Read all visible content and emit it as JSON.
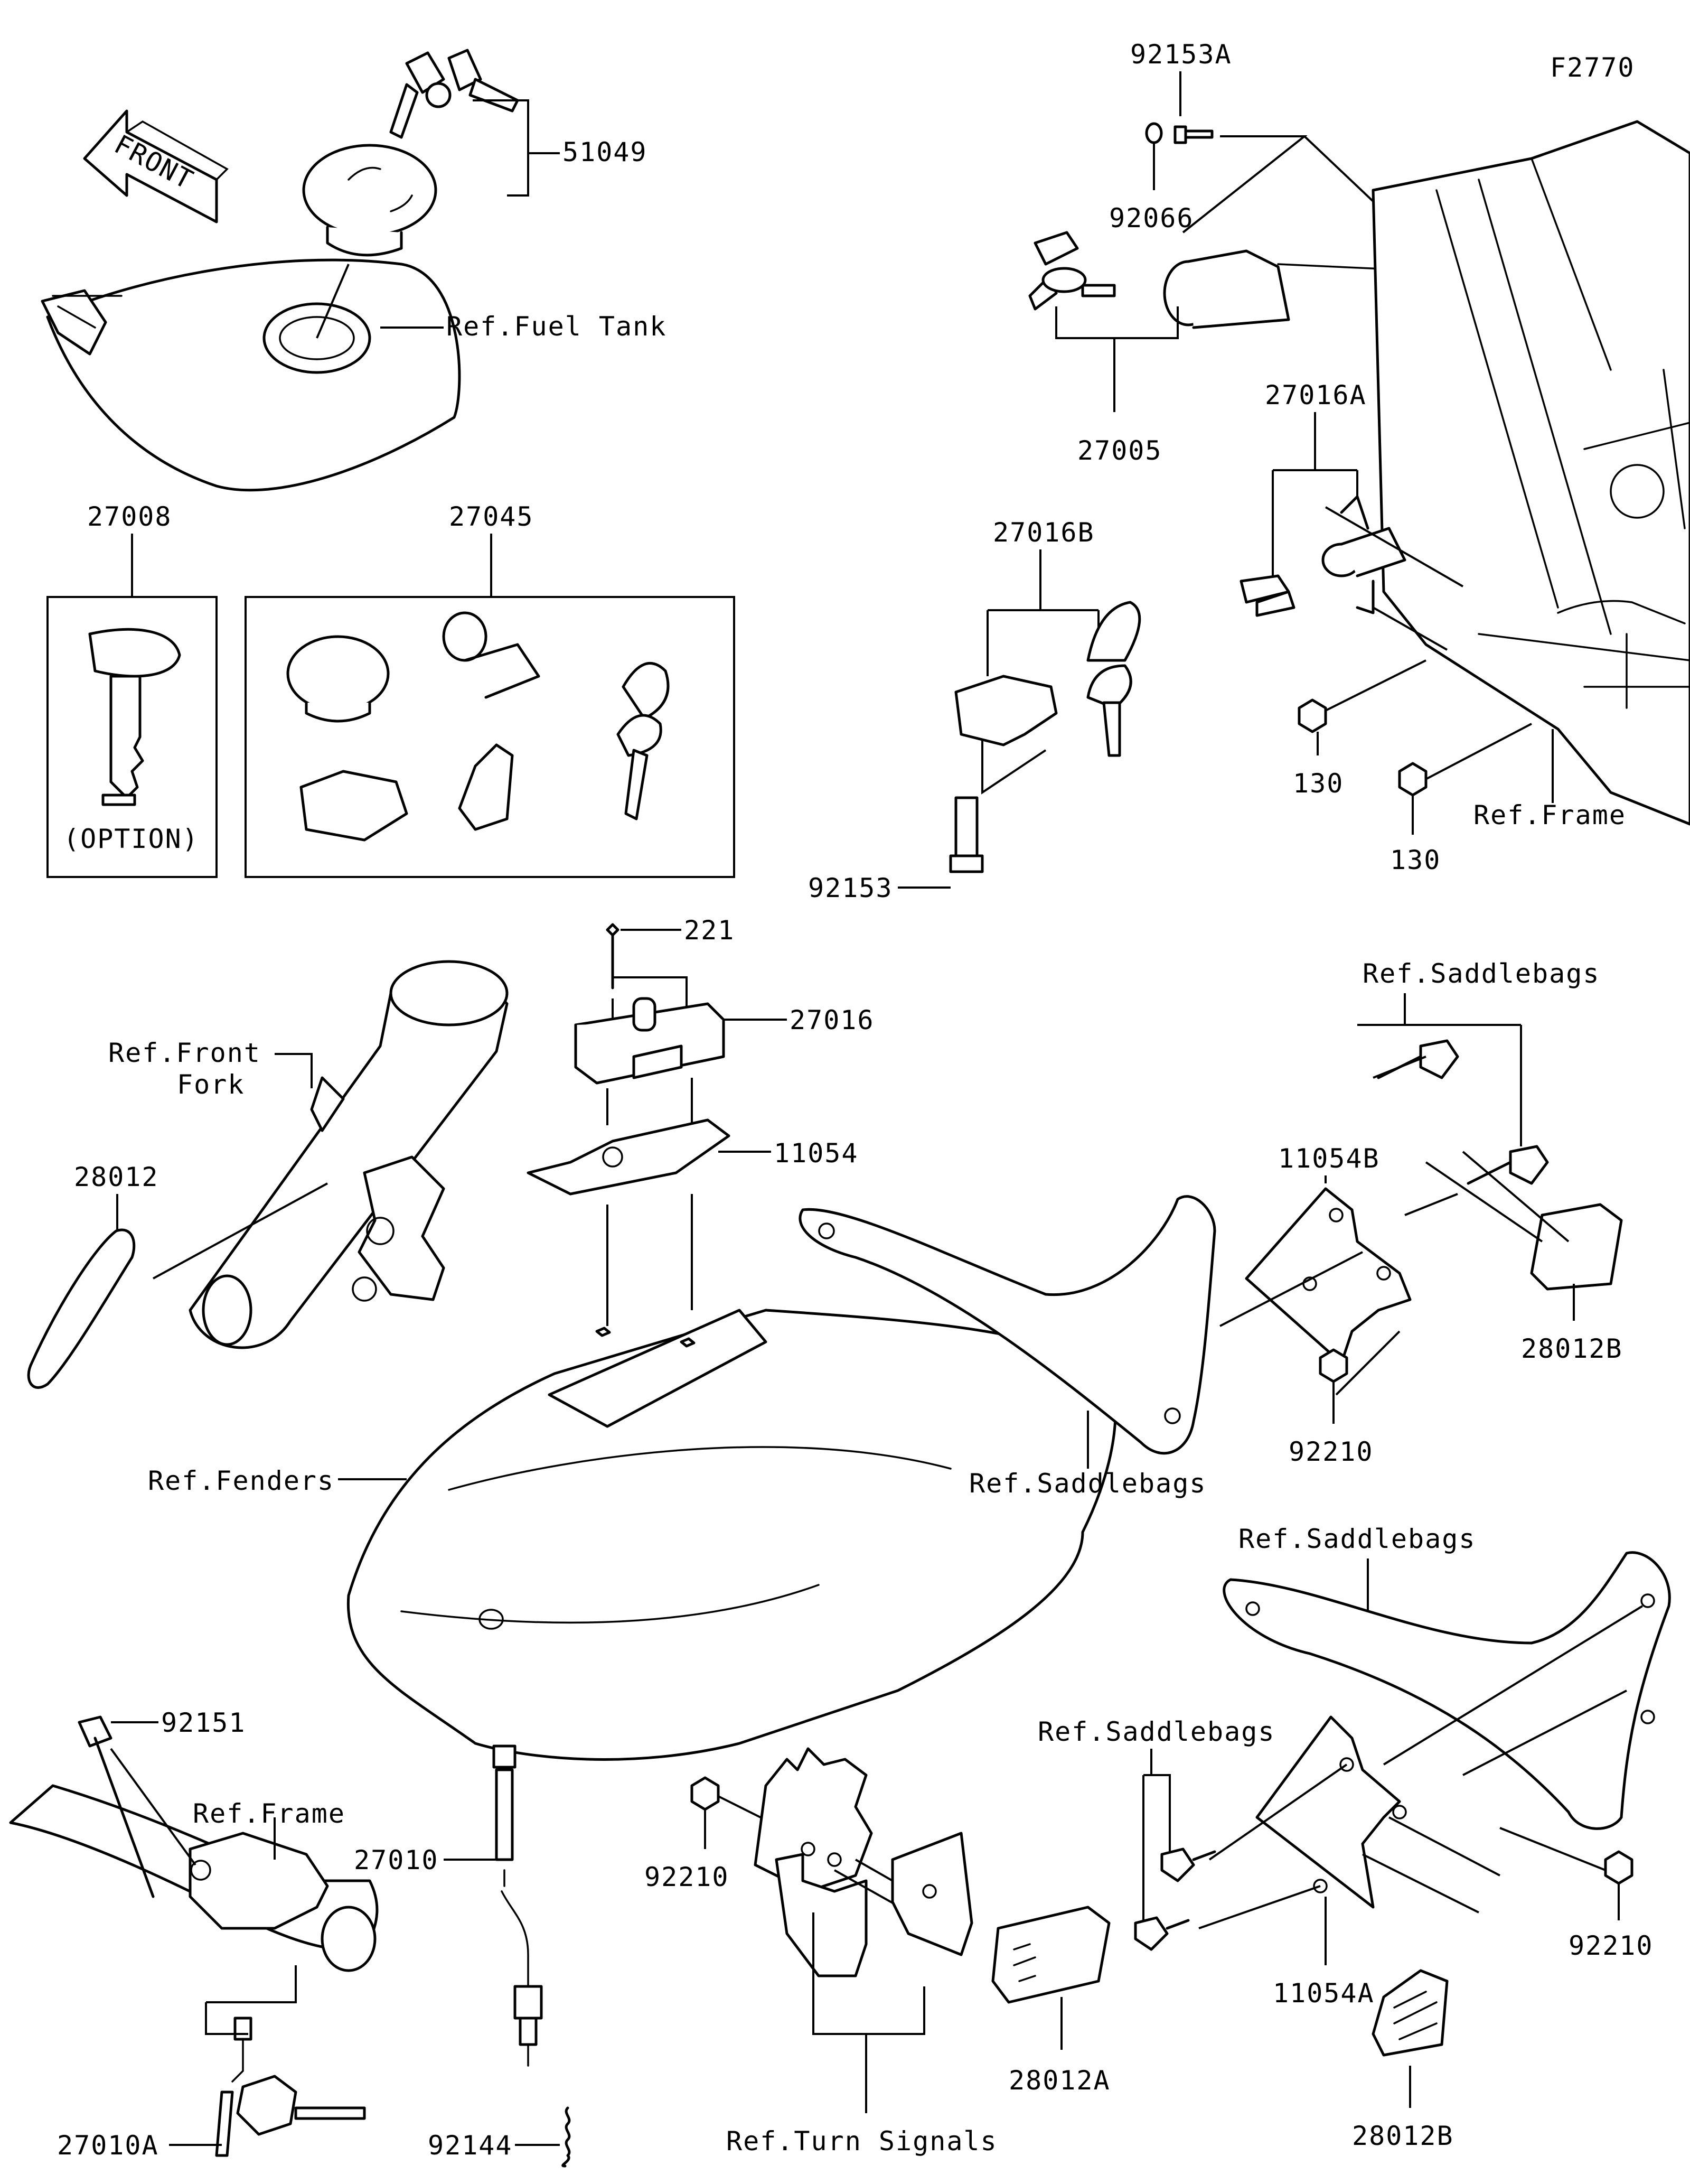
{
  "figure_code": "F2770",
  "front_arrow": "FRONT",
  "labels": {
    "p51049": "51049",
    "fuel_tank": "Ref.Fuel Tank",
    "p27008": "27008",
    "p27045": "27045",
    "option": "(OPTION)",
    "p92153A": "92153A",
    "p92066": "92066",
    "p27005": "27005",
    "p27016A": "27016A",
    "p27016B": "27016B",
    "p130a": "130",
    "p130b": "130",
    "frame_top": "Ref.Frame",
    "p92153": "92153",
    "p221": "221",
    "p27016": "27016",
    "p11054": "11054",
    "front_fork_1": "Ref.Front",
    "front_fork_2": "Fork",
    "p28012": "28012",
    "fenders": "Ref.Fenders",
    "p11054B": "11054B",
    "saddlebags_1": "Ref.Saddlebags",
    "p28012B_a": "28012B",
    "p92210_a": "92210",
    "saddlebags_2": "Ref.Saddlebags",
    "saddlebags_3": "Ref.Saddlebags",
    "saddlebags_4": "Ref.Saddlebags",
    "p92151": "92151",
    "frame_bottom": "Ref.Frame",
    "p27010": "27010",
    "p92210_b": "92210",
    "p92210_c": "92210",
    "p11054A": "11054A",
    "p28012A": "28012A",
    "p28012B_b": "28012B",
    "p27010A": "27010A",
    "p92144": "92144",
    "turn_signals": "Ref.Turn Signals"
  },
  "colors": {
    "line": "#000000",
    "background": "#ffffff"
  }
}
